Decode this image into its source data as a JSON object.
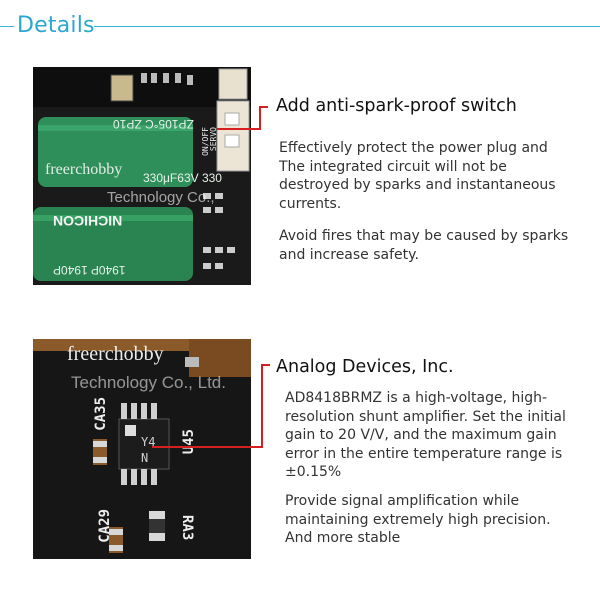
{
  "header": {
    "title": "Details"
  },
  "section1": {
    "title": "Add anti-spark-proof switch",
    "paragraphs": [
      "Effectively protect the power plug and The integrated circuit will not be destroyed by sparks and instantaneous currents.",
      "Avoid fires that may be caused by sparks and increase safety."
    ],
    "photo_text": {
      "brand": "freerchobby",
      "company": "Technology Co.,",
      "cap_label_top": "ZP105°C ZP10",
      "cap_label_mid": "330μF63V 330",
      "cap_label_brand": "NICHICON",
      "cap_label_bottom": "1940P 1940P",
      "silk_on_off": "ON/OFF",
      "silk_servo": "SERVO"
    }
  },
  "section2": {
    "title": "Analog Devices, Inc.",
    "paragraphs": [
      "AD8418BRMZ is a high-voltage, high-resolution shunt amplifier. Set the initial gain to 20 V/V, and the maximum gain error in the entire temperature range is ±0.15%",
      "Provide signal amplification while maintaining extremely high precision. And more stable"
    ],
    "photo_text": {
      "brand": "freerchobby",
      "company": "Technology Co., Ltd.",
      "chip_code1": "Y4",
      "chip_code2": "N",
      "silk_ca35": "CA35",
      "silk_u45": "U45",
      "silk_ca29": "CA29",
      "silk_ra3": "RA3"
    }
  },
  "colors": {
    "accent": "#2aa8d0",
    "pointer": "#d71f1f",
    "capacitor": "#2f8f5a"
  }
}
